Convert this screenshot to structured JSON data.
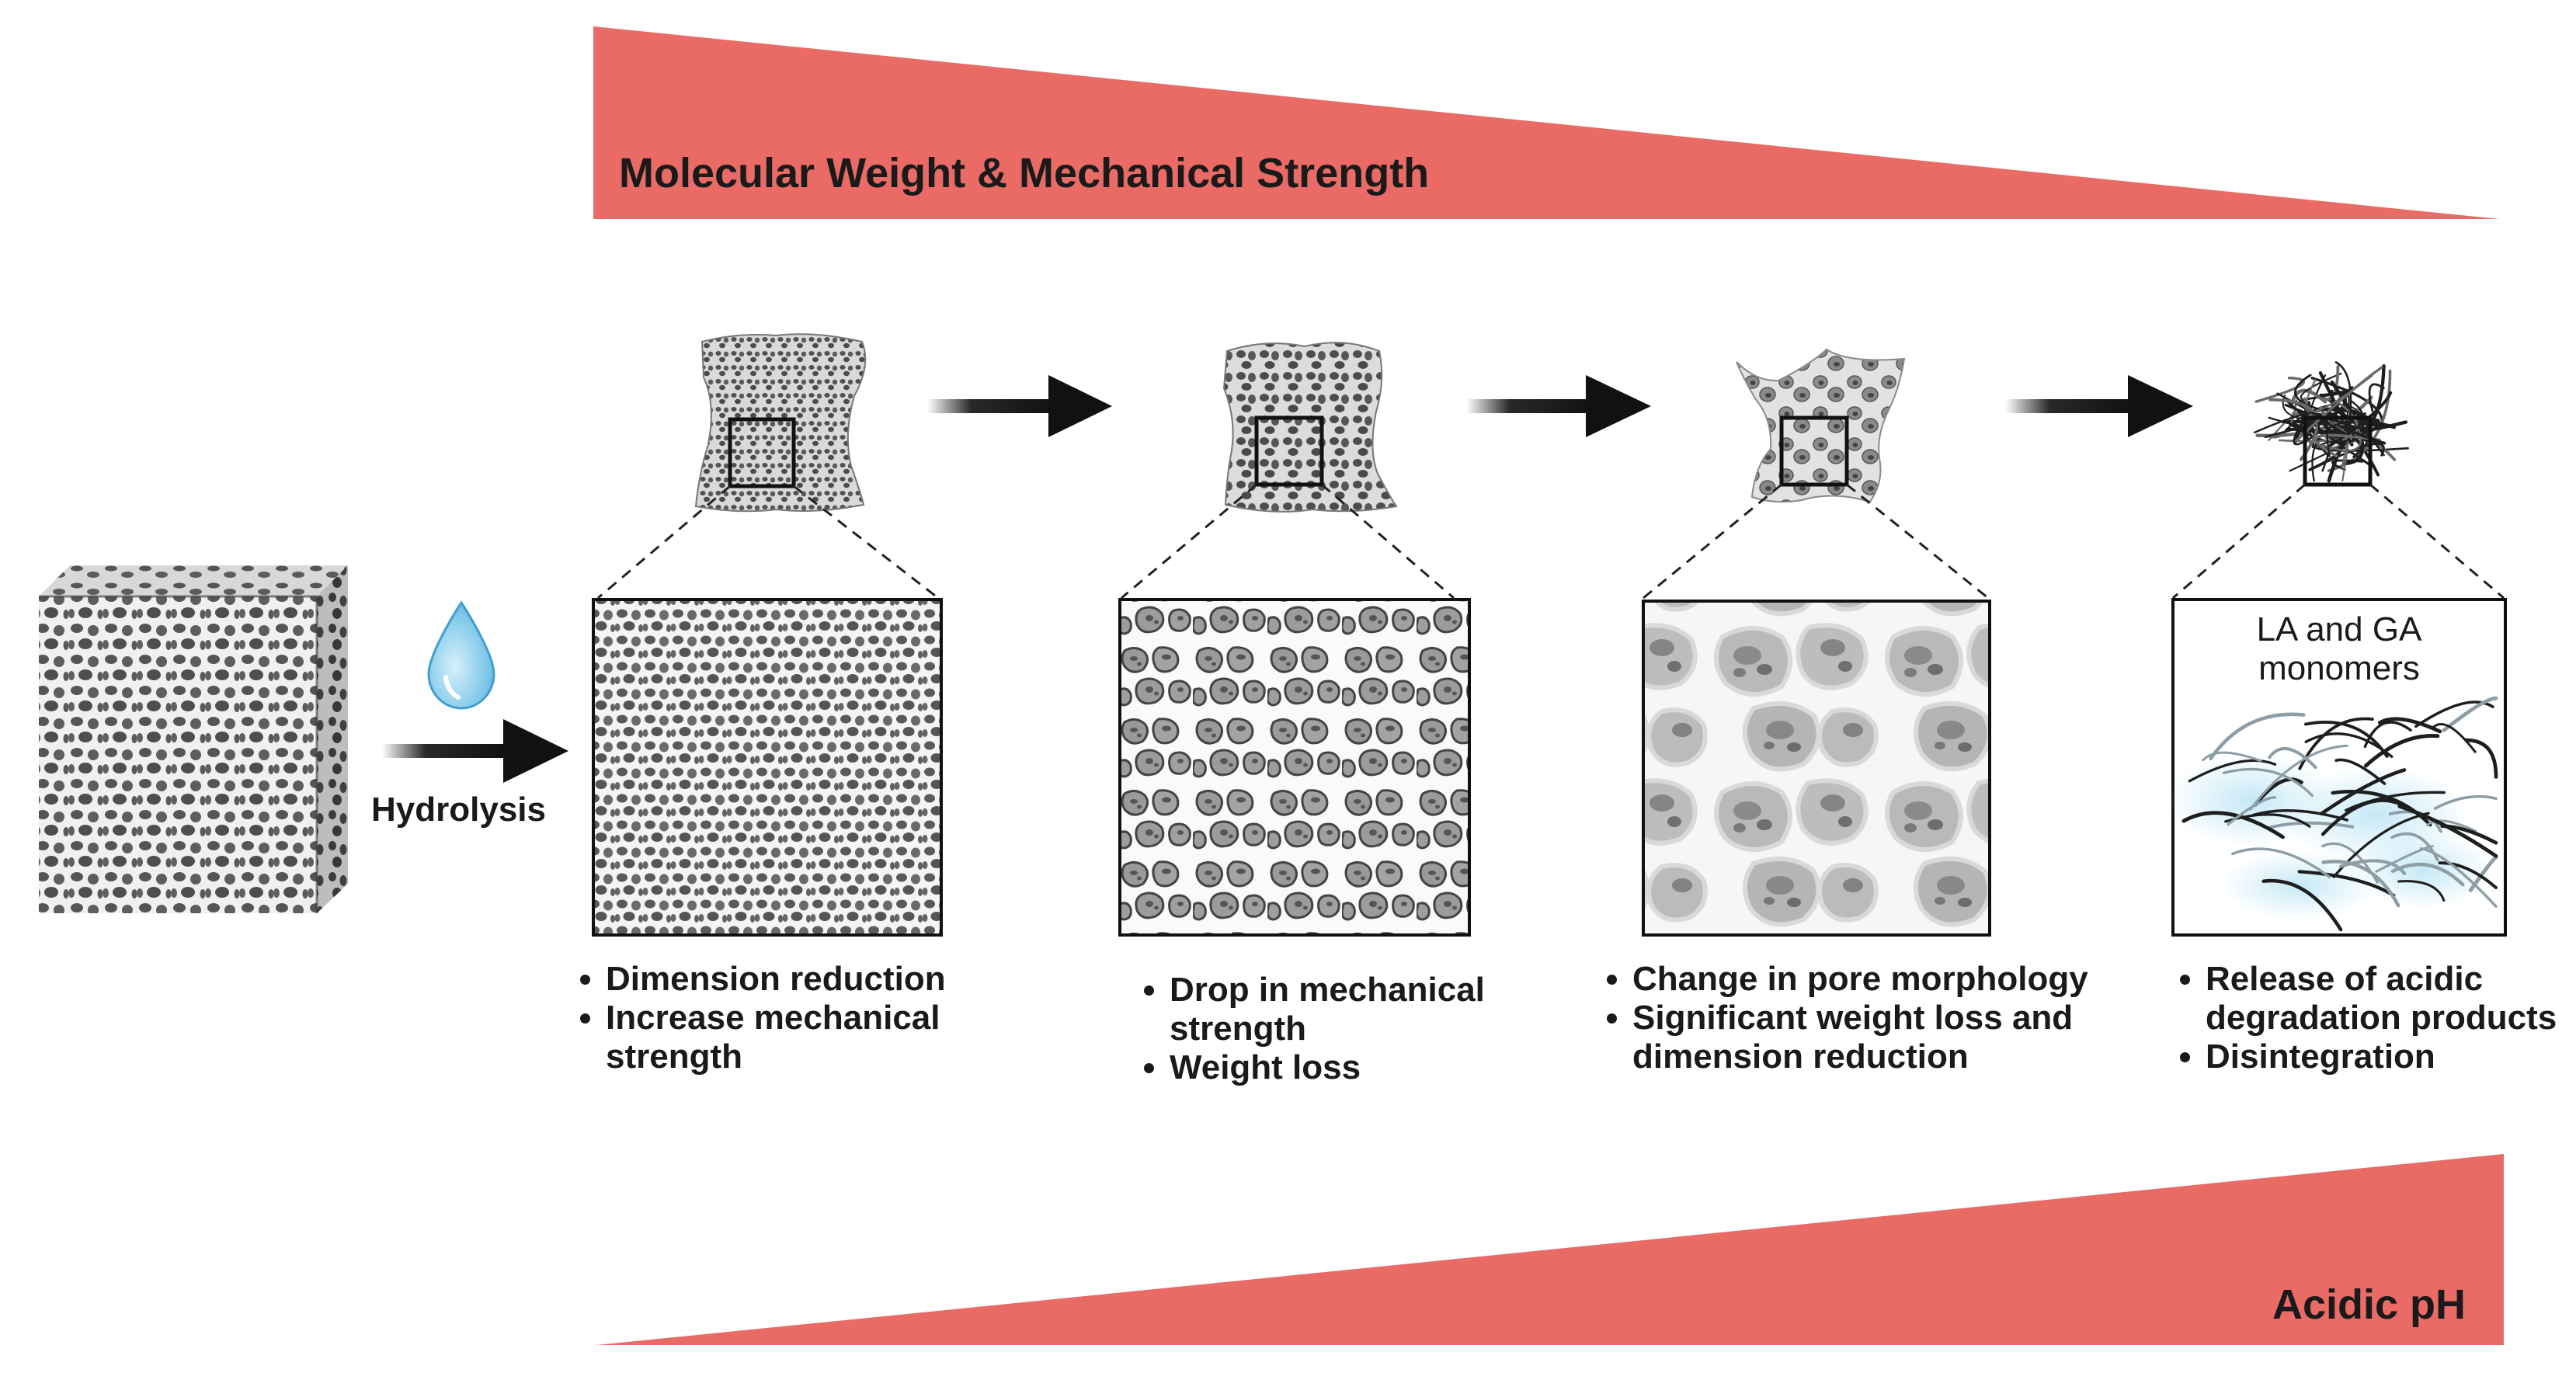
{
  "colors": {
    "ribbon": "#ea6b66",
    "arrow": "#111111",
    "water_drop": "#7cc8e8",
    "scaffold_light": "#e6e6e6",
    "scaffold_dark": "#4a4a4a",
    "monomer_glow": "#bfe6f5"
  },
  "top_ribbon": {
    "label": "Molecular Weight & Mechanical Strength",
    "trend": "decreasing"
  },
  "bottom_ribbon": {
    "label": "Acidic pH",
    "trend": "increasing"
  },
  "hydrolysis": {
    "label": "Hydrolysis",
    "icon": "water-drop-icon"
  },
  "stages": [
    {
      "bullets": [
        "Dimension reduction",
        "Increase mechanical strength"
      ]
    },
    {
      "bullets": [
        "Drop in mechanical strength",
        "Weight loss"
      ]
    },
    {
      "bullets": [
        "Change in pore morphology",
        "Significant weight loss and dimension reduction"
      ]
    },
    {
      "inset_label": "LA and GA monomers",
      "bullets": [
        "Release of acidic degradation products",
        "Disintegration"
      ]
    }
  ]
}
